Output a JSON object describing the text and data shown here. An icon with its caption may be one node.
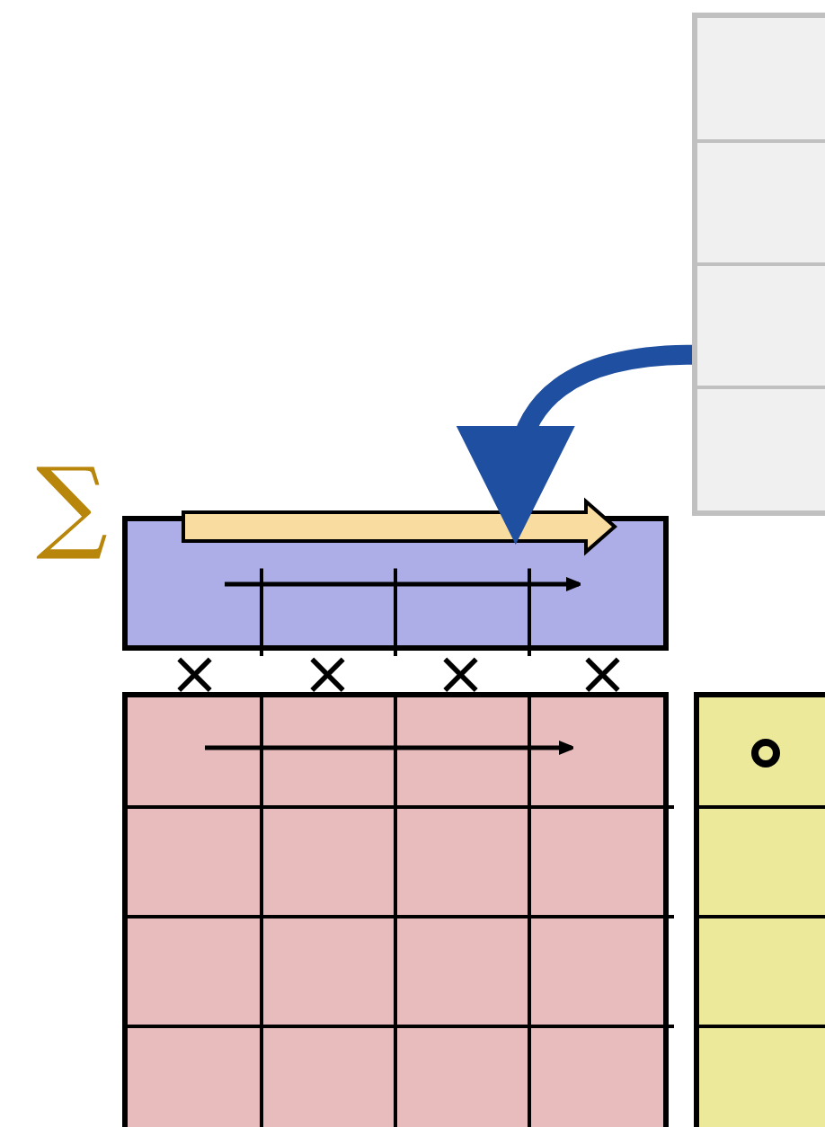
{
  "diagram": {
    "nodes": [
      {
        "text": [],
        "shape": "box"
      },
      {
        "text": [],
        "shape": "bar"
      },
      {
        "text": [],
        "shape": "box"
      },
      {
        "text": [],
        "shape": "bar"
      }
    ],
    "edges": [
      {
        "from": 0,
        "to": 1,
        "arrow": "to"
      }
    ],
    "labels": [
      "∑",
      "×",
      "×",
      "×",
      "×"
    ]
  }
}
